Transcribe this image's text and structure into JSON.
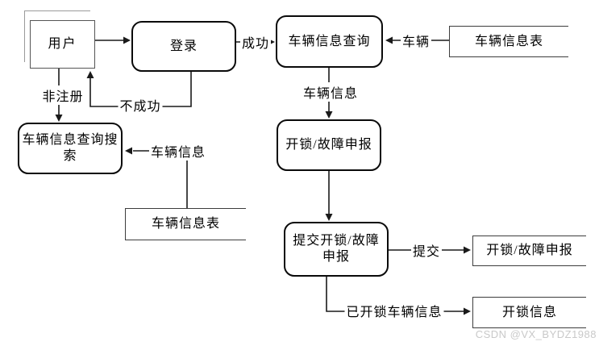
{
  "diagram": {
    "nodes": {
      "user": {
        "label": "用户",
        "type": "external-entity"
      },
      "login": {
        "label": "登录",
        "type": "process"
      },
      "vehicle_info_query": {
        "label": "车辆信息查询",
        "type": "process"
      },
      "vehicle_info_query_search": {
        "label": "车辆信息查询搜\n索",
        "type": "process"
      },
      "unlock_fault_report": {
        "label": "开锁/故障申报",
        "type": "process"
      },
      "submit_unlock_fault_report": {
        "label": "提交开锁/故障\n申报",
        "type": "process"
      },
      "vehicle_info_table_top": {
        "label": "车辆信息表",
        "type": "data-store"
      },
      "vehicle_info_table_mid": {
        "label": "车辆信息表",
        "type": "data-store"
      },
      "unlock_fault_report_store": {
        "label": "开锁/故障申报",
        "type": "data-store"
      },
      "unlock_info_store": {
        "label": "开锁信息",
        "type": "data-store"
      }
    },
    "flow_labels": {
      "non_registered": "非注册",
      "failure": "不成功",
      "success": "成功",
      "vehicle": "车辆",
      "vehicle_info_top": "车辆信息",
      "vehicle_info_left": "车辆信息",
      "submit": "提交",
      "unlocked_vehicle_info": "已开锁车辆信息"
    },
    "colors": {
      "line": "#1a1a1a",
      "process_border": "#0a0a0a",
      "store_border": "#3d3d3d",
      "entity_border": "#555555",
      "entity_shadow": "#9a9a9a",
      "watermark_text": "#c9c9c9"
    }
  },
  "watermark": "CSDN @VX_BYDZ1988"
}
